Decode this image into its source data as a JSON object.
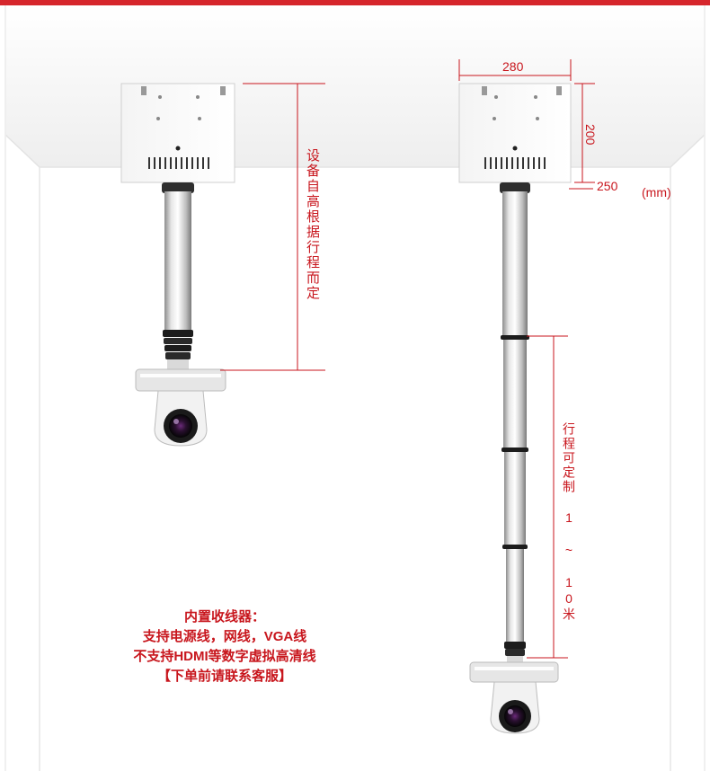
{
  "labels": {
    "device_height_note": "设备自高根据行程而定",
    "travel_note": "行程可定制 1 ~ 10米",
    "width_dim": "280",
    "height_dim": "200",
    "depth_dim": "250",
    "unit": "(mm)"
  },
  "note": {
    "line1": "内置收线器：",
    "line2": "支持电源线，网线，VGA线",
    "line3": "不支持HDMI等数字虚拟高清线",
    "line4": "【下单前请联系客服】"
  },
  "colors": {
    "accent": "#c8161d",
    "bar": "#d6262c"
  }
}
